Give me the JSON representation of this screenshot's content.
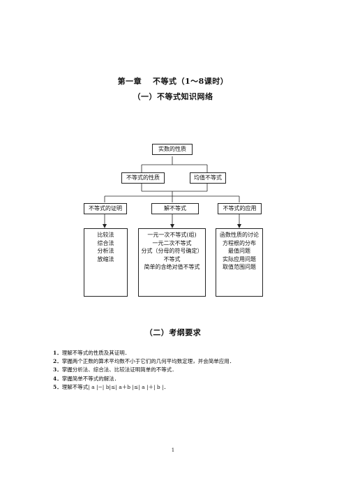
{
  "chapter_title": "第一章　 不等式（1～8课时）",
  "section1_title": "（一）不等式知识网络",
  "diagram": {
    "root": "实数的性质",
    "level2": [
      "不等式的性质",
      "均值不等式"
    ],
    "level3": [
      "不等式的证明",
      "解不等式",
      "不等式的应用"
    ],
    "proof_methods": [
      "比较法",
      "综合法",
      "分析法",
      "放缩法"
    ],
    "solve_items": [
      "一元一次不等式(组)",
      "一元二次不等式",
      "分式（分母的符号确定）",
      "不等式",
      "简单的含绝对值不等式"
    ],
    "apply_items": [
      "函数性质的讨论",
      "方程根的分布",
      "最值问题",
      "实际应用问题",
      "取值范围问题"
    ]
  },
  "section2_title": "（二）考纲要求",
  "requirements": [
    {
      "num": "1．",
      "text": "理解不等式的性质及其证明．"
    },
    {
      "num": "2．",
      "text": "掌握两个正数的算术平均数不小于它们的几何平均数定理，并会简单应用．"
    },
    {
      "num": "3．",
      "text": "掌握分析法、综合法、比较法证明简单的不等式．"
    },
    {
      "num": "4．",
      "text": "掌握简单不等式的解法．"
    },
    {
      "num": "5．",
      "text": "理解不等式| a |−| b|≤| a＋b |≤| a |＋| b |．"
    }
  ],
  "page_number": "1"
}
